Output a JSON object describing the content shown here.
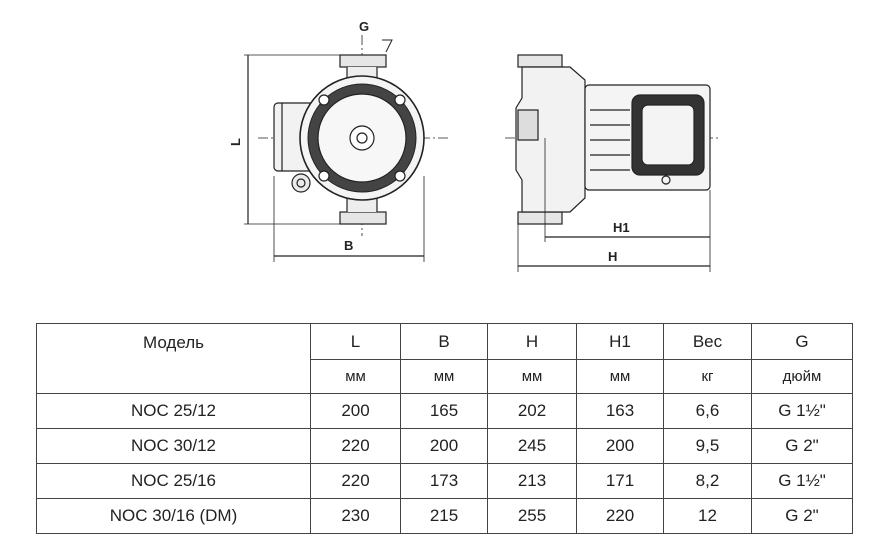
{
  "drawings": {
    "front_view": {
      "dim_g": "G",
      "dim_l": "L",
      "dim_b": "B"
    },
    "side_view": {
      "dim_h1": "H1",
      "dim_h": "H"
    }
  },
  "table": {
    "headers": [
      "Модель",
      "L",
      "B",
      "H",
      "H1",
      "Вес",
      "G"
    ],
    "units": [
      "мм",
      "мм",
      "мм",
      "мм",
      "кг",
      "дюйм"
    ],
    "rows": [
      [
        "NOC 25/12",
        "200",
        "165",
        "202",
        "163",
        "6,6",
        "G 1½\""
      ],
      [
        "NOC 30/12",
        "220",
        "200",
        "245",
        "200",
        "9,5",
        "G 2\""
      ],
      [
        "NOC 25/16",
        "220",
        "173",
        "213",
        "171",
        "8,2",
        "G 1½\""
      ],
      [
        "NOC 30/16 (DM)",
        "230",
        "215",
        "255",
        "220",
        "12",
        "G 2\""
      ]
    ]
  }
}
